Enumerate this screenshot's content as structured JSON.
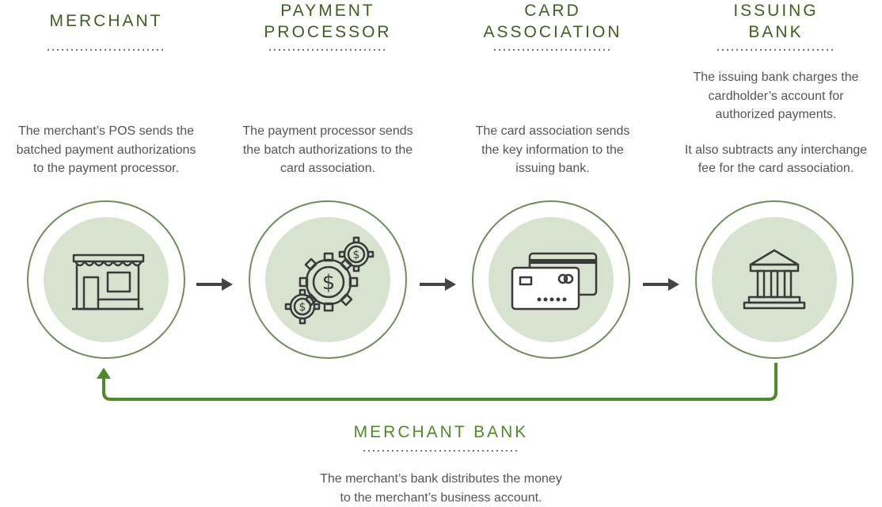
{
  "steps": [
    {
      "title_lines": [
        "MERCHANT"
      ],
      "description": [
        "The merchant’s POS sends the",
        "batched payment authorizations",
        "to the payment processor."
      ],
      "icon": "storefront-icon"
    },
    {
      "title_lines": [
        "PAYMENT",
        "PROCESSOR"
      ],
      "description": [
        "The payment processor sends",
        "the batch authorizations to the",
        "card association."
      ],
      "icon": "dollar-gears-icon"
    },
    {
      "title_lines": [
        "CARD",
        "ASSOCIATION"
      ],
      "description": [
        "The card association sends",
        "the key information to the",
        "issuing bank."
      ],
      "icon": "credit-cards-icon"
    },
    {
      "title_lines": [
        "ISSUING",
        "BANK"
      ],
      "description": [
        "The issuing bank charges the",
        "cardholder’s account for",
        "authorized payments."
      ],
      "description_extra": [
        "It also subtracts any interchange",
        "fee for the card association."
      ],
      "icon": "bank-building-icon"
    }
  ],
  "bottom": {
    "title": "MERCHANT BANK",
    "description": [
      "The merchant’s bank distributes the money",
      "to the merchant’s business account."
    ]
  },
  "colors": {
    "title_dark_green": "#3f5f22",
    "title_green": "#4f8a2c",
    "circle_border": "#6e8f5c",
    "circle_fill": "#d7e3cf",
    "return_arrow": "#4f8a2c",
    "step_arrow": "#444444",
    "text": "#555555"
  }
}
